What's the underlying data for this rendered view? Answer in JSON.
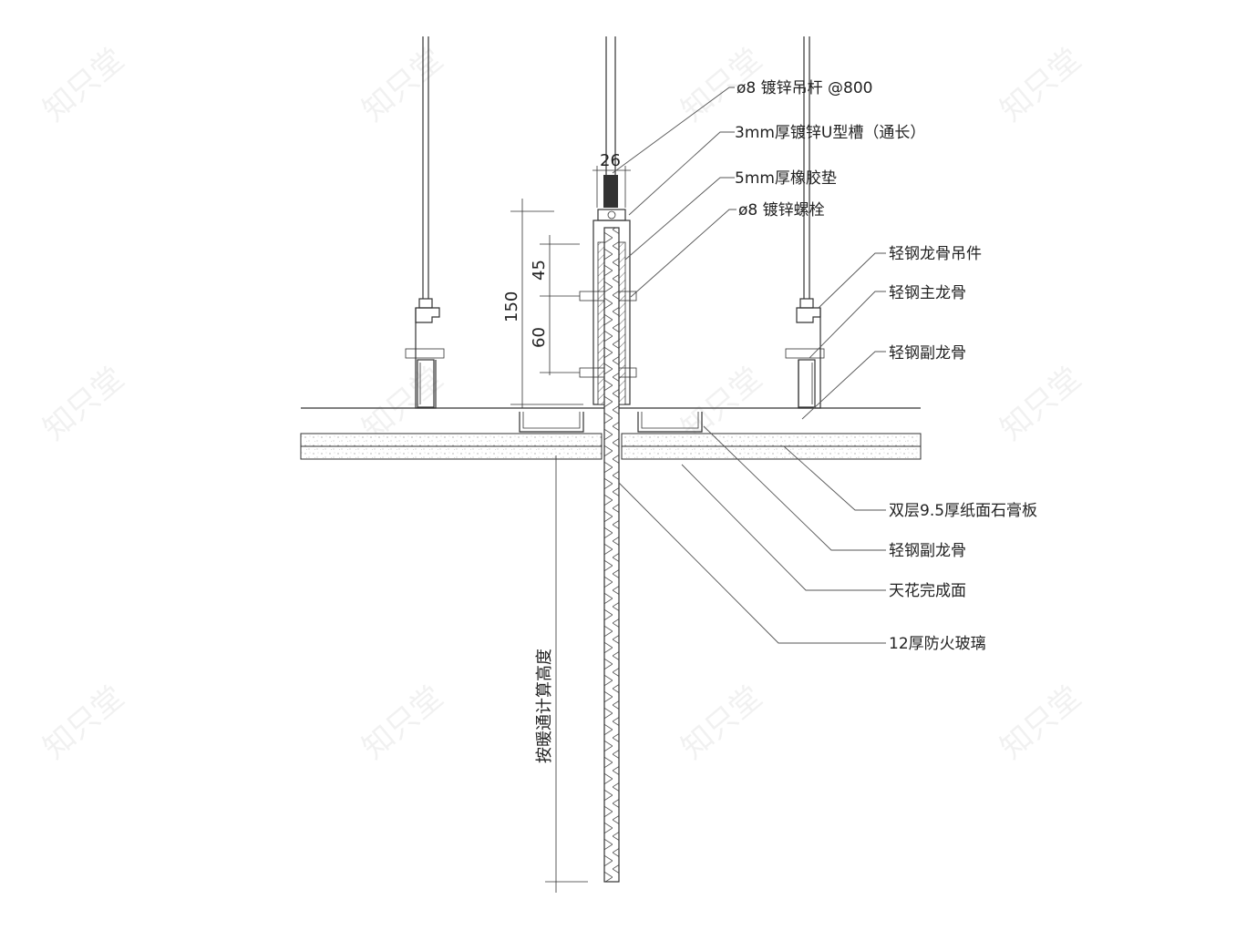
{
  "drawing": {
    "labels": {
      "rod": "ø8 镀锌吊杆 @800",
      "u_channel": "3mm厚镀锌U型槽（通长）",
      "rubber_pad": "5mm厚橡胶垫",
      "bolt": "ø8 镀锌螺栓",
      "hanger": "轻钢龙骨吊件",
      "main_keel": "轻钢主龙骨",
      "sub_keel_top": "轻钢副龙骨",
      "gypsum": "双层9.5厚纸面石膏板",
      "sub_keel_bottom": "轻钢副龙骨",
      "ceiling_finish": "天花完成面",
      "fire_glass": "12厚防火玻璃"
    },
    "dimensions": {
      "width_26": "26",
      "d45": "45",
      "d150": "150",
      "d60": "60",
      "height_note": "按暖通计算高度"
    },
    "watermark": "知只堂"
  }
}
